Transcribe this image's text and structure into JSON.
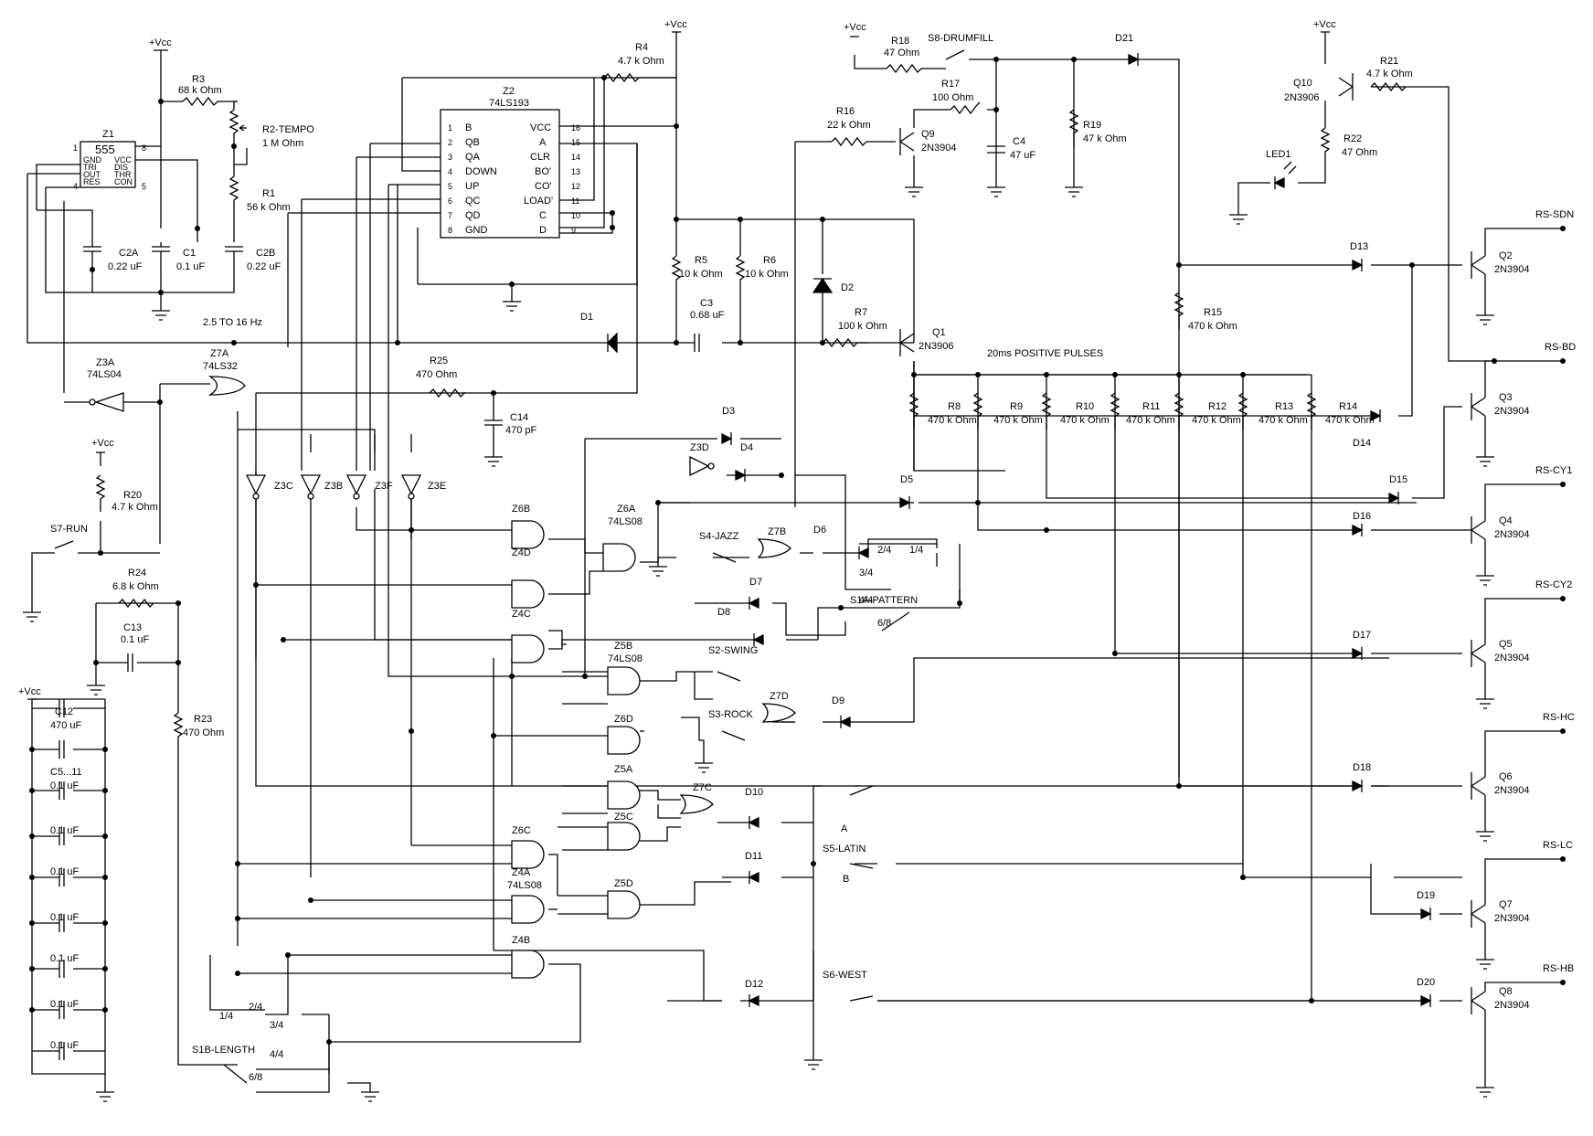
{
  "labels": {
    "vcc": "+Vcc",
    "z1": "Z1",
    "z1_type": "555",
    "z1_pins": [
      "GND",
      "TRI",
      "OUT",
      "RES",
      "VCC",
      "DIS",
      "THR",
      "CON"
    ],
    "r3": "R3",
    "r3_val": "68 k Ohm",
    "r2": "R2-TEMPO",
    "r2_val": "1 M Ohm",
    "r1": "R1",
    "r1_val": "56 k Ohm",
    "c2a": "C2A",
    "c2a_val": "0.22 uF",
    "c1": "C1",
    "c1_val": "0.1 uF",
    "c2b": "C2B",
    "c2b_val": "0.22 uF",
    "freq": "2.5 TO 16 Hz",
    "z2": "Z2",
    "z2_type": "74LS193",
    "z2_left": [
      "B",
      "QB",
      "QA",
      "DOWN",
      "UP",
      "QC",
      "QD",
      "GND"
    ],
    "z2_right": [
      "VCC",
      "A",
      "CLR",
      "BO'",
      "CO'",
      "LOAD'",
      "C",
      "D"
    ],
    "z2_lpins": [
      "1",
      "2",
      "3",
      "4",
      "5",
      "6",
      "7",
      "8"
    ],
    "z2_rpins": [
      "16",
      "15",
      "14",
      "13",
      "12",
      "11",
      "10",
      "9"
    ],
    "r4": "R4",
    "r4_val": "4.7 k Ohm",
    "r18": "R18",
    "r18_val": "47 Ohm",
    "s8": "S8-DRUMFILL",
    "r17": "R17",
    "r17_val": "100 Ohm",
    "r16": "R16",
    "r16_val": "22 k Ohm",
    "q9": "Q9",
    "q9_type": "2N3904",
    "c4": "C4",
    "c4_val": "47 uF",
    "r19": "R19",
    "r19_val": "47 k Ohm",
    "d21": "D21",
    "q10": "Q10",
    "q10_type": "2N3906",
    "r21": "R21",
    "r21_val": "4.7 k Ohm",
    "r22": "R22",
    "r22_val": "47 Ohm",
    "led1": "LED1",
    "r5": "R5",
    "r5_val": "10 k Ohm",
    "r6": "R6",
    "r6_val": "10 k Ohm",
    "c3": "C3",
    "c3_val": "0.68 uF",
    "d1": "D1",
    "d2": "D2",
    "r7": "R7",
    "r7_val": "100 k Ohm",
    "q1": "Q1",
    "q1_type": "2N3906",
    "r15": "R15",
    "r15_val": "470 k Ohm",
    "pulses": "20ms POSITIVE PULSES",
    "r8": "R8",
    "r9": "R9",
    "r10": "R10",
    "r11": "R11",
    "r12": "R12",
    "r13": "R13",
    "r14": "R14",
    "r470k": "470 k Ohm",
    "d13": "D13",
    "d14": "D14",
    "d15": "D15",
    "d16": "D16",
    "d17": "D17",
    "d18": "D18",
    "d19": "D19",
    "d20": "D20",
    "z3a": "Z3A",
    "z3a_type": "74LS04",
    "z7a": "Z7A",
    "z7a_type": "74LS32",
    "r25": "R25",
    "r25_val": "470 Ohm",
    "c14": "C14",
    "c14_val": "470 pF",
    "r20": "R20",
    "r20_val": "4.7 k Ohm",
    "s7": "S7-RUN",
    "r24": "R24",
    "r24_val": "6.8 k Ohm",
    "c13": "C13",
    "c13_val": "0.1 uF",
    "r23": "R23",
    "r23_val": "470 Ohm",
    "c12": "C12",
    "c12_val": "470 uF",
    "c5_11": "C5...11",
    "c01": "0.1 uF",
    "z3c": "Z3C",
    "z3b": "Z3B",
    "z3f": "Z3F",
    "z3e": "Z3E",
    "d3": "D3",
    "d4": "D4",
    "z3d": "Z3D",
    "z6a": "Z6A",
    "z6a_type": "74LS08",
    "z6b": "Z6B",
    "z4d": "Z4D",
    "z4c": "Z4C",
    "d5": "D5",
    "d6": "D6",
    "d7": "D7",
    "d8": "D8",
    "s4": "S4-JAZZ",
    "z7b": "Z7B",
    "s1a": "S1A-PATTERN",
    "p24": "2/4",
    "p14": "1/4",
    "p34": "3/4",
    "p44": "4/4",
    "p68": "6/8",
    "z5b": "Z5B",
    "z5b_type": "74LS08",
    "s2": "S2-SWING",
    "s3": "S3-ROCK",
    "z7d": "Z7D",
    "d9": "D9",
    "z6d": "Z6D",
    "z5a": "Z5A",
    "z5c": "Z5C",
    "z5d": "Z5D",
    "z7c": "Z7C",
    "d10": "D10",
    "d11": "D11",
    "d12": "D12",
    "z6c": "Z6C",
    "z4a": "Z4A",
    "z4a_type": "74LS08",
    "z4b": "Z4B",
    "s5": "S5-LATIN",
    "s6": "S6-WEST",
    "sw_a": "A",
    "sw_b": "B",
    "s1b": "S1B-LENGTH",
    "q2": "Q2",
    "q3": "Q3",
    "q4": "Q4",
    "q5": "Q5",
    "q6": "Q6",
    "q7": "Q7",
    "q8": "Q8",
    "npn": "2N3904",
    "outputs": [
      "RS-SDN",
      "RS-BD",
      "RS-CY1",
      "RS-CY2",
      "RS-HC",
      "RS-LC",
      "RS-HB"
    ]
  }
}
